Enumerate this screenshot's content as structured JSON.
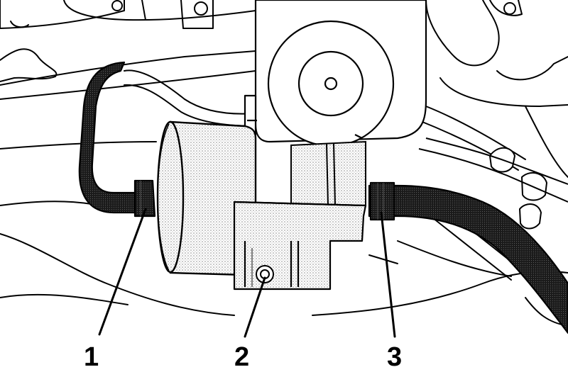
{
  "callouts": [
    {
      "id": "1",
      "label": "1"
    },
    {
      "id": "2",
      "label": "2"
    },
    {
      "id": "3",
      "label": "3"
    }
  ],
  "colors": {
    "line": "#000000",
    "background": "#ffffff",
    "stipple": "#9a9a9a"
  }
}
